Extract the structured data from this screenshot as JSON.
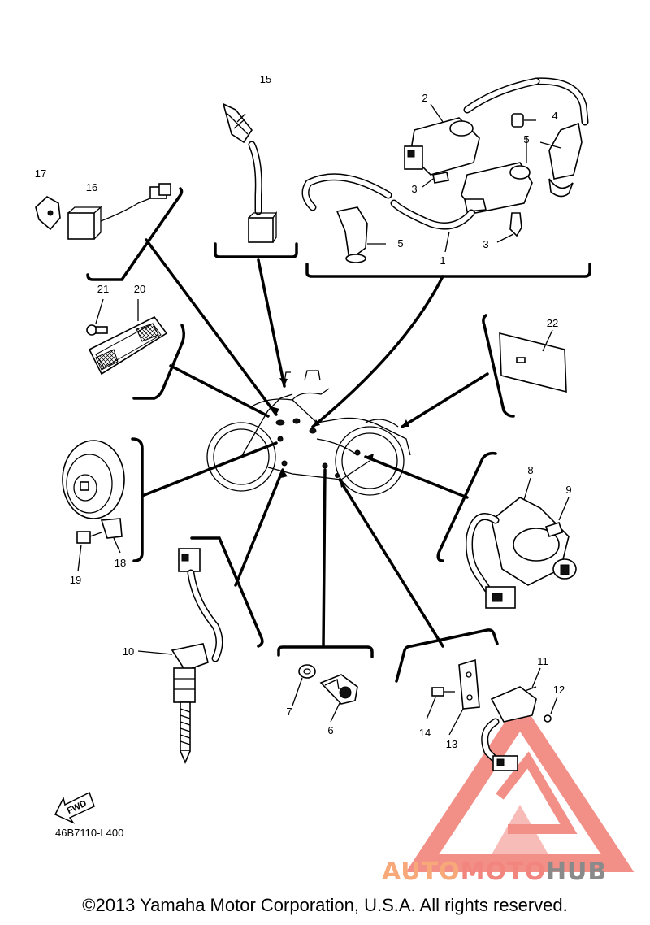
{
  "diagram_code": "46B7110-L400",
  "copyright": "©2013 Yamaha Motor Corporation, U.S.A. All rights reserved.",
  "fwd_label": "FWD",
  "watermark": {
    "part1": "AUTO",
    "part2": "MOTO",
    "part3": "HUB"
  },
  "colors": {
    "ink": "#000000",
    "watermark_red": "#ee6a60",
    "watermark_orange": "#f7a97a",
    "watermark_gray": "#8a8a8a"
  },
  "callouts": [
    "1",
    "2",
    "3",
    "3",
    "4",
    "5",
    "5",
    "6",
    "7",
    "8",
    "9",
    "10",
    "11",
    "12",
    "13",
    "14",
    "15",
    "16",
    "17",
    "18",
    "19",
    "20",
    "21",
    "22"
  ]
}
